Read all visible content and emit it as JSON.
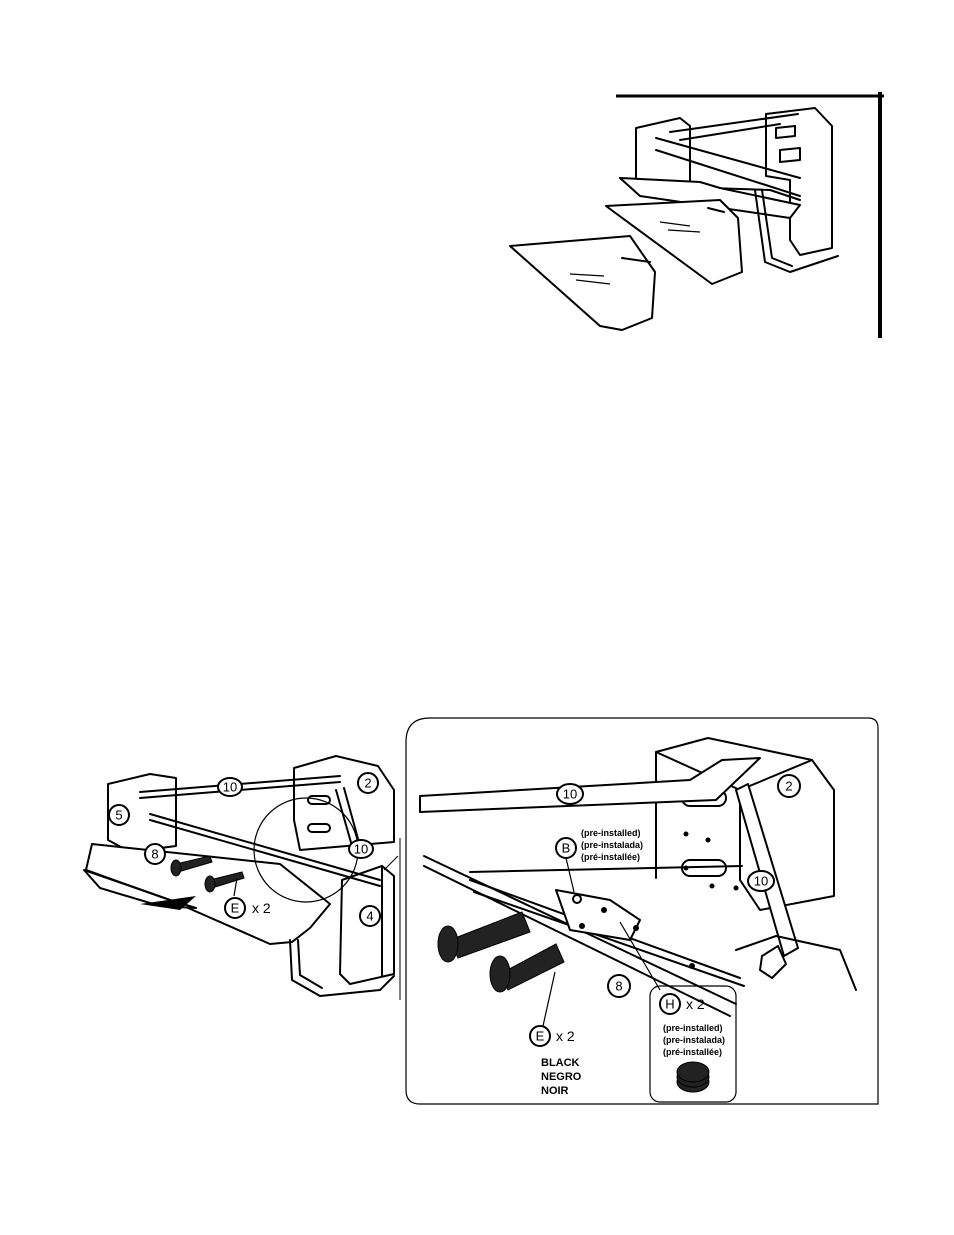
{
  "callouts": {
    "part_2": "2",
    "part_4": "4",
    "part_5": "5",
    "part_8": "8",
    "part_10": "10",
    "part_B": "B",
    "part_E": "E",
    "part_H": "H"
  },
  "quantities": {
    "e_qty": "x 2",
    "h_qty": "x 2"
  },
  "notes": {
    "pre_installed_en": "(pre-installed)",
    "pre_installed_es": "(pre-instalada)",
    "pre_installed_fr": "(pré-installée)"
  },
  "color_label": {
    "en": "BLACK",
    "es": "NEGRO",
    "fr": "NOIR"
  }
}
